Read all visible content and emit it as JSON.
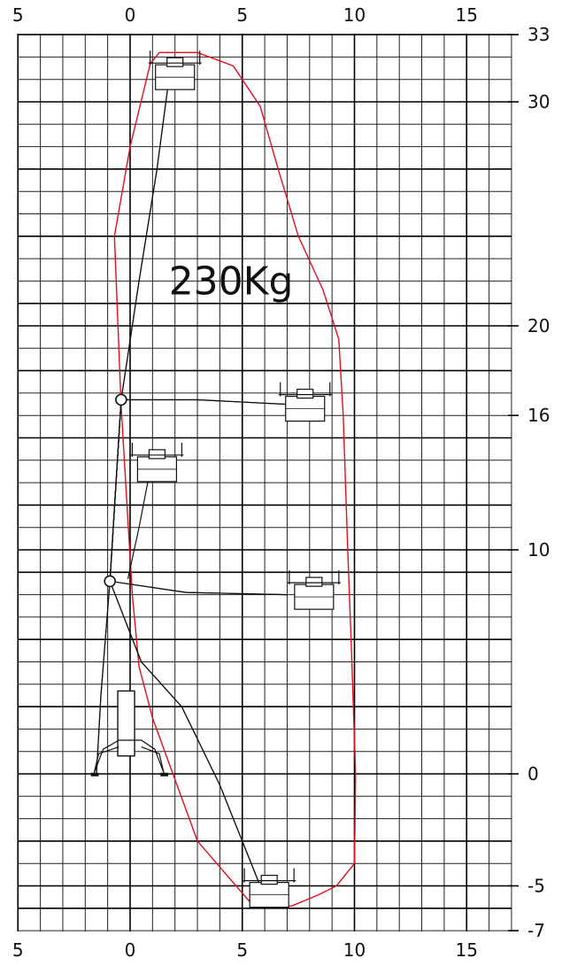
{
  "chart_data": {
    "type": "diagram",
    "title": "",
    "load_label": "230Kg",
    "x_ticks_top": [
      "5",
      "0",
      "5",
      "10",
      "15"
    ],
    "x_ticks_bottom": [
      "5",
      "0",
      "5",
      "10",
      "15"
    ],
    "x_tick_values": [
      -5,
      0,
      5,
      10,
      15
    ],
    "y_ticks": [
      "33",
      "30",
      "20",
      "16",
      "10",
      "0",
      "-5",
      "-7"
    ],
    "y_tick_values": [
      33,
      30,
      20,
      16,
      10,
      0,
      -5,
      -7
    ],
    "xlim": [
      -5,
      17
    ],
    "ylim": [
      -7,
      33
    ],
    "grid_step": 1,
    "grid": true,
    "colors": {
      "envelope": "#e0101a",
      "grid": "#222222",
      "machine": "#111111"
    },
    "working_envelope": [
      [
        1.3,
        32.2
      ],
      [
        3.0,
        32.2
      ],
      [
        4.6,
        31.6
      ],
      [
        5.8,
        29.8
      ],
      [
        6.6,
        27.0
      ],
      [
        7.5,
        24.0
      ],
      [
        8.6,
        21.6
      ],
      [
        9.3,
        19.4
      ],
      [
        9.5,
        16.0
      ],
      [
        9.7,
        10.0
      ],
      [
        9.85,
        6.0
      ],
      [
        10.05,
        0.0
      ],
      [
        10.0,
        -4.0
      ],
      [
        9.2,
        -5.0
      ],
      [
        8.4,
        -5.4
      ],
      [
        7.2,
        -5.9
      ],
      [
        5.5,
        -5.9
      ],
      [
        3.0,
        -3.0
      ],
      [
        1.0,
        2.5
      ],
      [
        0.4,
        4.8
      ],
      [
        0.1,
        8.0
      ],
      [
        -0.4,
        16.4
      ],
      [
        -0.7,
        24.0
      ],
      [
        0.0,
        28.0
      ],
      [
        0.9,
        31.7
      ],
      [
        1.3,
        32.2
      ]
    ],
    "boom_positions": [
      {
        "name": "max-height",
        "boom": [
          [
            -1.5,
            0
          ],
          [
            -1.3,
            3.5
          ],
          [
            -0.9,
            8.6
          ],
          [
            -0.4,
            16.7
          ],
          [
            0.4,
            22
          ],
          [
            1.2,
            27
          ],
          [
            1.7,
            30.8
          ]
        ],
        "basket": [
          2.0,
          31.1
        ]
      },
      {
        "name": "horizontal-upper",
        "boom": [
          [
            -0.9,
            8.6
          ],
          [
            -0.4,
            16.7
          ],
          [
            3.0,
            16.7
          ],
          [
            7.0,
            16.5
          ]
        ],
        "basket": [
          7.8,
          16.3
        ]
      },
      {
        "name": "mid-height",
        "boom": [
          [
            -0.9,
            8.6
          ],
          [
            -0.4,
            16.7
          ]
        ],
        "jib": [
          [
            -0.1,
            8.7
          ],
          [
            0.4,
            11.0
          ],
          [
            0.9,
            13.6
          ]
        ],
        "basket": [
          1.2,
          13.6
        ]
      },
      {
        "name": "horizontal-lower",
        "boom": [
          [
            -0.9,
            8.6
          ],
          [
            2.5,
            8.1
          ],
          [
            7.0,
            8.0
          ]
        ],
        "basket": [
          8.2,
          7.9
        ]
      },
      {
        "name": "below-ground",
        "boom": [
          [
            -0.9,
            8.6
          ],
          [
            0.5,
            5.0
          ],
          [
            2.3,
            3.0
          ],
          [
            4.0,
            -0.5
          ],
          [
            5.8,
            -5.0
          ]
        ],
        "basket": [
          6.2,
          -5.4
        ]
      }
    ],
    "chassis": {
      "outrigger_feet": [
        -1.6,
        1.5
      ],
      "mast_x": 0.0,
      "mast_top": 3.5
    }
  }
}
